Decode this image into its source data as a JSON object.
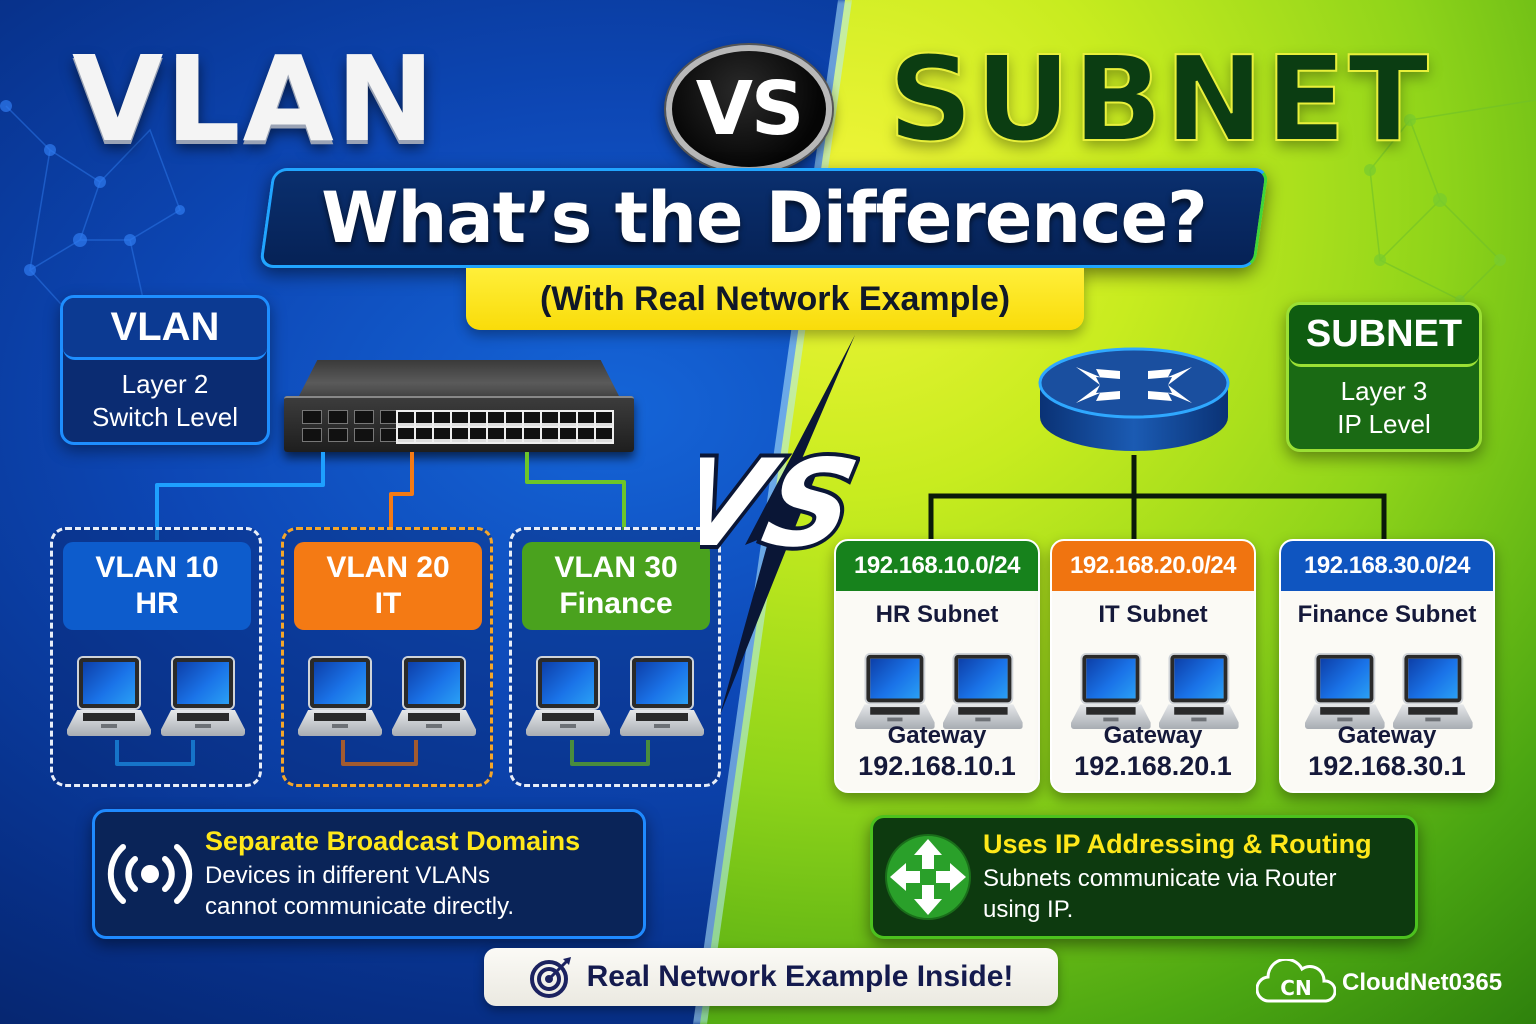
{
  "header": {
    "left_title": "VLAN",
    "vs_badge": "VS",
    "right_title": "SUBNET",
    "question": "What’s the Difference?",
    "subtitle": "(With Real Network Example)"
  },
  "vlan_side": {
    "info": {
      "title": "VLAN",
      "line1": "Layer 2",
      "line2": "Switch Level"
    },
    "device": "switch-icon",
    "groups": [
      {
        "label": "VLAN 10",
        "dept": "HR",
        "color": "#0d5ccc",
        "wire": "#1ea0ff",
        "border": "#e8eef8"
      },
      {
        "label": "VLAN 20",
        "dept": "IT",
        "color": "#f47a14",
        "wire": "#f47a14",
        "border": "#f4a62a"
      },
      {
        "label": "VLAN 30",
        "dept": "Finance",
        "color": "#4aa21e",
        "wire": "#6cc52a",
        "border": "#e8eef8"
      }
    ],
    "feature": {
      "icon": "broadcast-icon",
      "title": "Separate Broadcast Domains",
      "line1": "Devices in different VLANs",
      "line2": "cannot communicate directly."
    }
  },
  "center": {
    "vs_bolt": "VS"
  },
  "subnet_side": {
    "info": {
      "title": "SUBNET",
      "line1": "Layer 3",
      "line2": "IP Level"
    },
    "device": "router-icon",
    "subnets": [
      {
        "cidr": "192.168.10.0/24",
        "name": "HR Subnet",
        "gateway_label": "Gateway",
        "gateway": "192.168.10.1",
        "color": "#17821c"
      },
      {
        "cidr": "192.168.20.0/24",
        "name": "IT Subnet",
        "gateway_label": "Gateway",
        "gateway": "192.168.20.1",
        "color": "#f07410"
      },
      {
        "cidr": "192.168.30.0/24",
        "name": "Finance Subnet",
        "gateway_label": "Gateway",
        "gateway": "192.168.30.1",
        "color": "#0f55c0"
      }
    ],
    "feature": {
      "icon": "routing-arrows-icon",
      "title": "Uses IP Addressing & Routing",
      "line1": "Subnets communicate via Router",
      "line2": "using IP."
    }
  },
  "footer": {
    "cta_icon": "target-icon",
    "cta": "Real Network Example Inside!",
    "brand_logo": "CN",
    "brand": "CloudNet0365"
  },
  "colors": {
    "blue_bg": "#0d47b5",
    "green_bg": "#8fd41a",
    "yellow_accent": "#ffe81a",
    "dark_navy": "#0a2458"
  }
}
